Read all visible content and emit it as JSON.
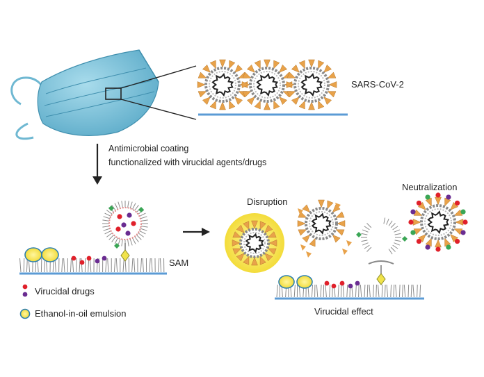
{
  "labels": {
    "virus": "SARS-CoV-2",
    "coating_line1": "Antimicrobial coating",
    "coating_line2": "functionalized with virucidal agents/drugs",
    "sam": "SAM",
    "disruption": "Disruption",
    "neutralization": "Neutralization",
    "legend_drugs": "Virucidal drugs",
    "legend_emulsion": "Ethanol-in-oil emulsion",
    "virucidal_effect": "Virucidal effect"
  },
  "colors": {
    "mask": "#7fc4dc",
    "mask_dark": "#4a9dbb",
    "spike": "#e8a24a",
    "membrane": "#8a8a8a",
    "rna": "#222222",
    "surface": "#5b9bd5",
    "emulsion": "#f7e34a",
    "drug_red": "#e0202a",
    "drug_purple": "#6a2c91",
    "antibody_green": "#3aa655"
  }
}
